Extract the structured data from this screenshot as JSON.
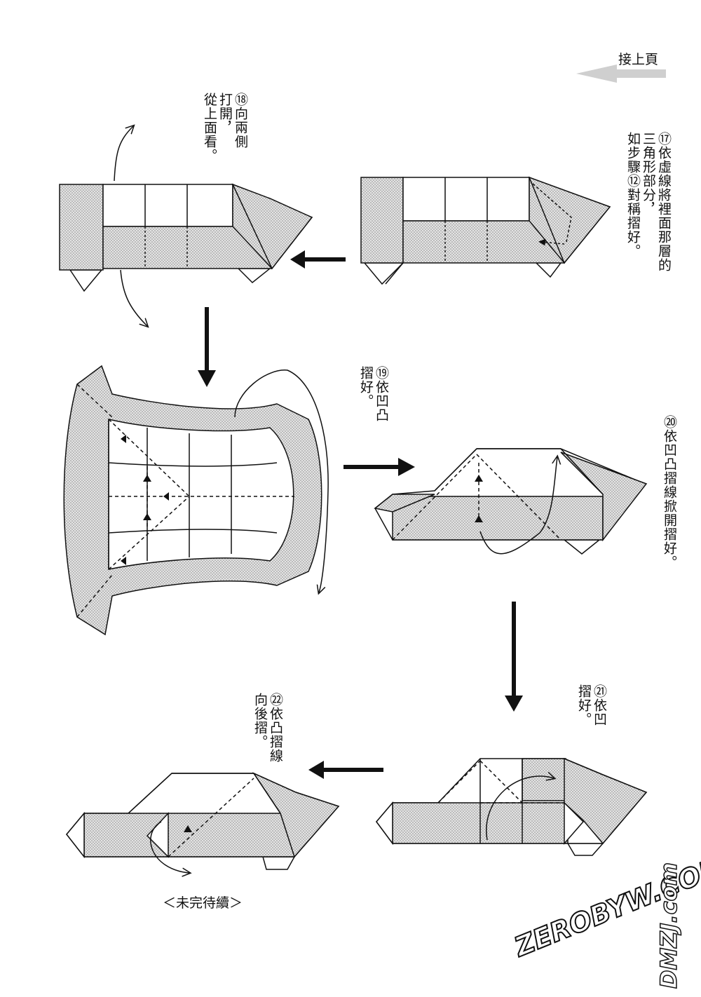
{
  "continue_label": "接上頁",
  "steps": [
    {
      "id": "step-17",
      "text": "⑰依虛線將裡面那層的\n三角形部分，\n如步驟⑫對稱摺好。"
    },
    {
      "id": "step-18",
      "text": "⑱向兩側\n打開，\n從上面看。"
    },
    {
      "id": "step-19",
      "text": "⑲依凹凸\n摺好。"
    },
    {
      "id": "step-20",
      "text": "⑳依凹凸摺線掀開摺好。"
    },
    {
      "id": "step-21",
      "text": "㉑依凹\n摺好。"
    },
    {
      "id": "step-22",
      "text": "㉒依凸摺線\n向後摺。"
    }
  ],
  "to_be_continued": "＜未完待續＞",
  "watermarks": {
    "site": "ZEROBYW.COM",
    "logo": "DMZJ.com"
  },
  "colors": {
    "ink": "#111111",
    "shade": "#d0d0d0",
    "arrow_light": "#c8c8c8"
  }
}
